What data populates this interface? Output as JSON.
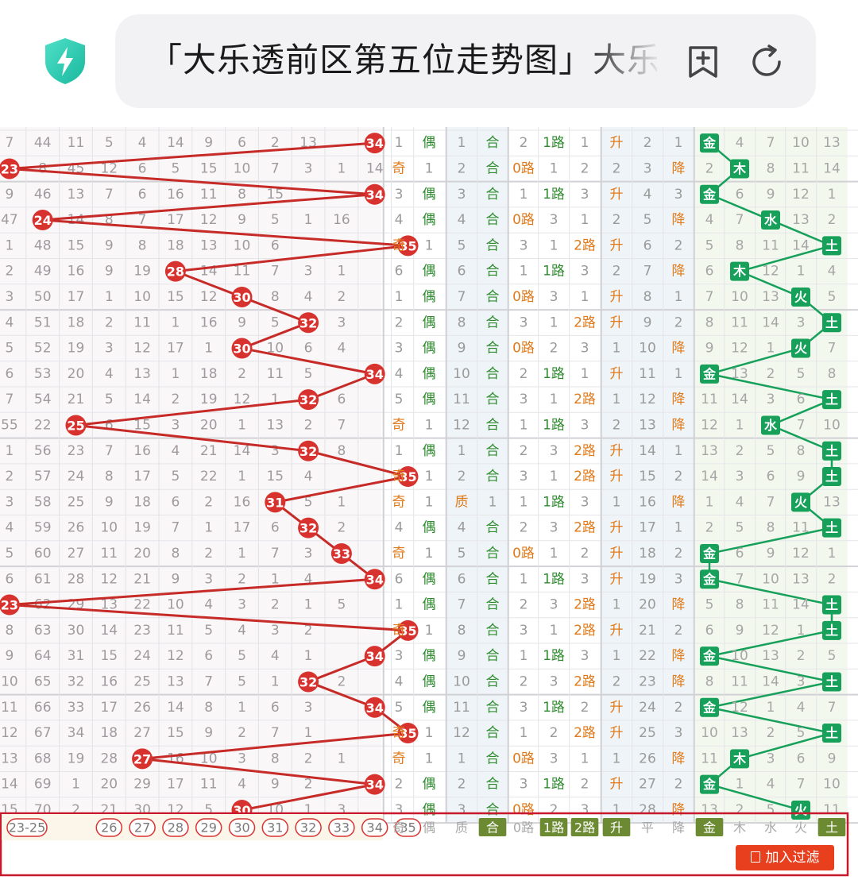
{
  "browser": {
    "title": "「大乐透前区第五位走势图」大乐透前区第五位"
  },
  "chart_data": {
    "type": "table",
    "ball_range": [
      23,
      35
    ],
    "rows": [
      {
        "ball": 34,
        "s": [
          "7",
          "44",
          "11",
          "5",
          "4",
          "14",
          "9",
          "6",
          "2",
          "13"
        ],
        "parity": "偶",
        "size": "合",
        "route": "1路",
        "trend": "升",
        "elem": "金"
      },
      {
        "ball": 23,
        "s": [
          "8",
          "45",
          "12",
          "6",
          "5",
          "15",
          "10",
          "7",
          "3",
          "1",
          "14"
        ],
        "parity": "奇",
        "size": "合",
        "route": "0路",
        "trend": "降",
        "elem": "木"
      },
      {
        "ball": 34,
        "s": [
          "9",
          "46",
          "13",
          "7",
          "6",
          "16",
          "11",
          "8",
          "15"
        ],
        "parity": "偶",
        "size": "合",
        "route": "1路",
        "trend": "升",
        "elem": "金"
      },
      {
        "ball": 24,
        "s": [
          "47",
          "14",
          "8",
          "7",
          "17",
          "12",
          "9",
          "5",
          "1",
          "16"
        ],
        "parity": "偶",
        "size": "合",
        "route": "0路",
        "trend": "降",
        "elem": "水"
      },
      {
        "ball": 35,
        "s": [
          "1",
          "48",
          "15",
          "9",
          "8",
          "18",
          "13",
          "10",
          "6"
        ],
        "parity": "奇",
        "size": "合",
        "route": "2路",
        "trend": "升",
        "elem": "土"
      },
      {
        "ball": 28,
        "s": [
          "2",
          "49",
          "16",
          "9",
          "19",
          "14",
          "11",
          "7",
          "3",
          "1"
        ],
        "parity": "偶",
        "size": "合",
        "route": "1路",
        "trend": "降",
        "elem": "木"
      },
      {
        "ball": 30,
        "s": [
          "3",
          "50",
          "17",
          "1",
          "10",
          "15",
          "12",
          "8",
          "4",
          "2"
        ],
        "parity": "偶",
        "size": "合",
        "route": "0路",
        "trend": "升",
        "elem": "火"
      },
      {
        "ball": 32,
        "s": [
          "4",
          "51",
          "18",
          "2",
          "11",
          "1",
          "16",
          "9",
          "5",
          "3"
        ],
        "parity": "偶",
        "size": "合",
        "route": "2路",
        "trend": "升",
        "elem": "土"
      },
      {
        "ball": 30,
        "s": [
          "5",
          "52",
          "19",
          "3",
          "12",
          "17",
          "1",
          "10",
          "6",
          "4"
        ],
        "parity": "偶",
        "size": "合",
        "route": "0路",
        "trend": "降",
        "elem": "火"
      },
      {
        "ball": 34,
        "s": [
          "6",
          "53",
          "20",
          "4",
          "13",
          "1",
          "18",
          "2",
          "11",
          "5"
        ],
        "parity": "偶",
        "size": "合",
        "route": "1路",
        "trend": "升",
        "elem": "金"
      },
      {
        "ball": 32,
        "s": [
          "7",
          "54",
          "21",
          "5",
          "14",
          "2",
          "19",
          "12",
          "1",
          "6"
        ],
        "parity": "偶",
        "size": "合",
        "route": "2路",
        "trend": "降",
        "elem": "土"
      },
      {
        "ball": 25,
        "s": [
          "55",
          "22",
          "6",
          "15",
          "3",
          "20",
          "1",
          "13",
          "2",
          "7"
        ],
        "parity": "奇",
        "size": "合",
        "route": "1路",
        "trend": "降",
        "elem": "水"
      },
      {
        "ball": 32,
        "s": [
          "1",
          "56",
          "23",
          "7",
          "16",
          "4",
          "21",
          "14",
          "3",
          "8"
        ],
        "parity": "偶",
        "size": "合",
        "route": "2路",
        "trend": "升",
        "elem": "土"
      },
      {
        "ball": 35,
        "s": [
          "2",
          "57",
          "24",
          "8",
          "17",
          "5",
          "22",
          "1",
          "15",
          "4"
        ],
        "parity": "奇",
        "size": "合",
        "route": "2路",
        "trend": "升",
        "elem": "土"
      },
      {
        "ball": 31,
        "s": [
          "3",
          "58",
          "25",
          "9",
          "18",
          "6",
          "2",
          "16",
          "5",
          "1"
        ],
        "parity": "奇",
        "size": "质",
        "route": "1路",
        "trend": "降",
        "elem": "火"
      },
      {
        "ball": 32,
        "s": [
          "4",
          "59",
          "26",
          "10",
          "19",
          "7",
          "1",
          "17",
          "6",
          "2"
        ],
        "parity": "偶",
        "size": "合",
        "route": "2路",
        "trend": "升",
        "elem": "土"
      },
      {
        "ball": 33,
        "s": [
          "5",
          "60",
          "27",
          "11",
          "20",
          "8",
          "2",
          "1",
          "7",
          "3"
        ],
        "parity": "奇",
        "size": "合",
        "route": "0路",
        "trend": "升",
        "elem": "金"
      },
      {
        "ball": 34,
        "s": [
          "6",
          "61",
          "28",
          "12",
          "21",
          "9",
          "3",
          "2",
          "1",
          "4"
        ],
        "parity": "偶",
        "size": "合",
        "route": "1路",
        "trend": "升",
        "elem": "金"
      },
      {
        "ball": 23,
        "s": [
          "62",
          "29",
          "13",
          "22",
          "10",
          "4",
          "3",
          "2",
          "1",
          "5"
        ],
        "parity": "偶",
        "size": "合",
        "route": "2路",
        "trend": "降",
        "elem": "土"
      },
      {
        "ball": 35,
        "s": [
          "8",
          "63",
          "30",
          "14",
          "23",
          "11",
          "5",
          "4",
          "3",
          "2"
        ],
        "parity": "奇",
        "size": "合",
        "route": "2路",
        "trend": "升",
        "elem": "土"
      },
      {
        "ball": 34,
        "s": [
          "9",
          "64",
          "31",
          "15",
          "24",
          "12",
          "6",
          "5",
          "4",
          "1"
        ],
        "parity": "偶",
        "size": "合",
        "route": "1路",
        "trend": "降",
        "elem": "金"
      },
      {
        "ball": 32,
        "s": [
          "10",
          "65",
          "32",
          "16",
          "25",
          "13",
          "7",
          "5",
          "1",
          "2"
        ],
        "parity": "偶",
        "size": "合",
        "route": "2路",
        "trend": "降",
        "elem": "土"
      },
      {
        "ball": 34,
        "s": [
          "11",
          "66",
          "33",
          "17",
          "26",
          "14",
          "8",
          "1",
          "6",
          "3"
        ],
        "parity": "偶",
        "size": "合",
        "route": "1路",
        "trend": "升",
        "elem": "金"
      },
      {
        "ball": 35,
        "s": [
          "12",
          "67",
          "34",
          "18",
          "27",
          "15",
          "9",
          "2",
          "7",
          "1"
        ],
        "parity": "奇",
        "size": "合",
        "route": "2路",
        "trend": "升",
        "elem": "土"
      },
      {
        "ball": 27,
        "s": [
          "13",
          "68",
          "19",
          "28",
          "16",
          "10",
          "3",
          "8",
          "2",
          "1"
        ],
        "parity": "奇",
        "size": "合",
        "route": "0路",
        "trend": "降",
        "elem": "木"
      },
      {
        "ball": 34,
        "s": [
          "14",
          "69",
          "1",
          "20",
          "29",
          "17",
          "11",
          "4",
          "9",
          "2"
        ],
        "parity": "偶",
        "size": "合",
        "route": "1路",
        "trend": "升",
        "elem": "金"
      },
      {
        "ball": 30,
        "s": [
          "15",
          "70",
          "2",
          "21",
          "30",
          "12",
          "5",
          "10",
          "1",
          "3"
        ],
        "parity": "偶",
        "size": "合",
        "route": "0路",
        "trend": "降",
        "elem": "火"
      }
    ],
    "footer_numbers": [
      "23-25",
      "26",
      "27",
      "28",
      "29",
      "30",
      "31",
      "32",
      "33",
      "34",
      "35"
    ],
    "footer_flags": [
      {
        "label": "奇",
        "hl": false
      },
      {
        "label": "偶",
        "hl": false
      },
      {
        "label": "质",
        "hl": false
      },
      {
        "label": "合",
        "hl": true
      },
      {
        "label": "0路",
        "hl": false
      },
      {
        "label": "1路",
        "hl": true
      },
      {
        "label": "2路",
        "hl": true
      },
      {
        "label": "升",
        "hl": true
      },
      {
        "label": "平",
        "hl": false
      },
      {
        "label": "降",
        "hl": false
      },
      {
        "label": "金",
        "hl": true
      },
      {
        "label": "木",
        "hl": false
      },
      {
        "label": "水",
        "hl": false
      },
      {
        "label": "火",
        "hl": false
      },
      {
        "label": "土",
        "hl": true
      }
    ]
  },
  "filter": {
    "label": "加入过滤"
  },
  "colors": {
    "ball": "#d8322f",
    "line": "#c62b28",
    "element": "#16a05a",
    "flag": "#6c8a32",
    "odd": "#e07a1a",
    "even": "#2e8b2e"
  }
}
